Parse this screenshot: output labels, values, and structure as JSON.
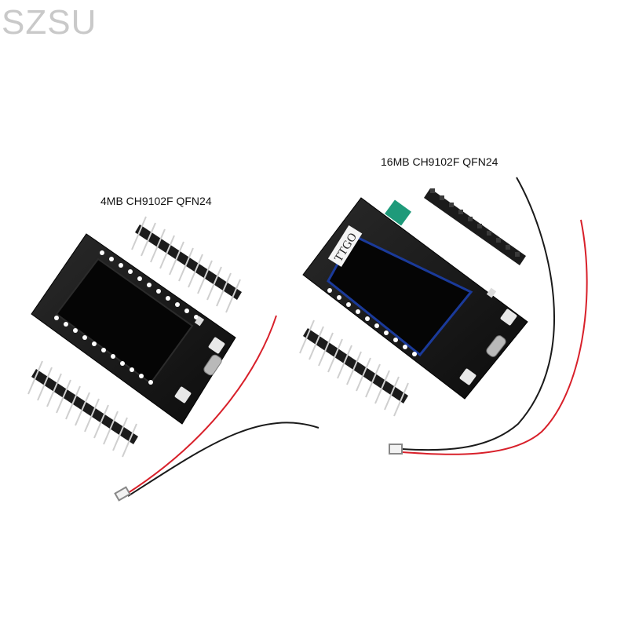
{
  "watermark": "SZSU",
  "products": [
    {
      "label": "4MB CH9102F QFN24"
    },
    {
      "label": "16MB CH9102F QFN24",
      "board_marking": "TTGO"
    }
  ],
  "colors": {
    "pcb": "#141414",
    "screen": "#050505",
    "wire_red": "#d8202a",
    "wire_black": "#1a1a1a",
    "antenna": "#1e9a7a",
    "header_pin": "#cfcfcf",
    "header_plastic": "#1b1b1b"
  }
}
